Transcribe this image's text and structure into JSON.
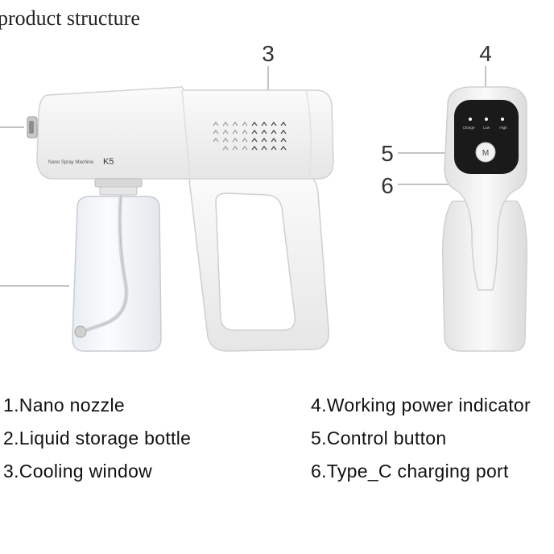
{
  "title": "product structure",
  "model_label": "K5",
  "printed_text": "Nano Spray Machine",
  "indicator_labels": [
    "Charge",
    "Low",
    "High"
  ],
  "button_label": "M",
  "callouts": [
    "3",
    "4",
    "5",
    "6"
  ],
  "legend": {
    "left": [
      "1.Nano  nozzle",
      "2.Liquid  storage  bottle",
      "3.Cooling  window"
    ],
    "right": [
      "4.Working  power  indicator",
      "5.Control  button",
      "6.Type_C  charging  port"
    ]
  },
  "colors": {
    "body": "#f3f3f3",
    "panel": "#1a1a1a",
    "indicator": "#ffffff"
  }
}
